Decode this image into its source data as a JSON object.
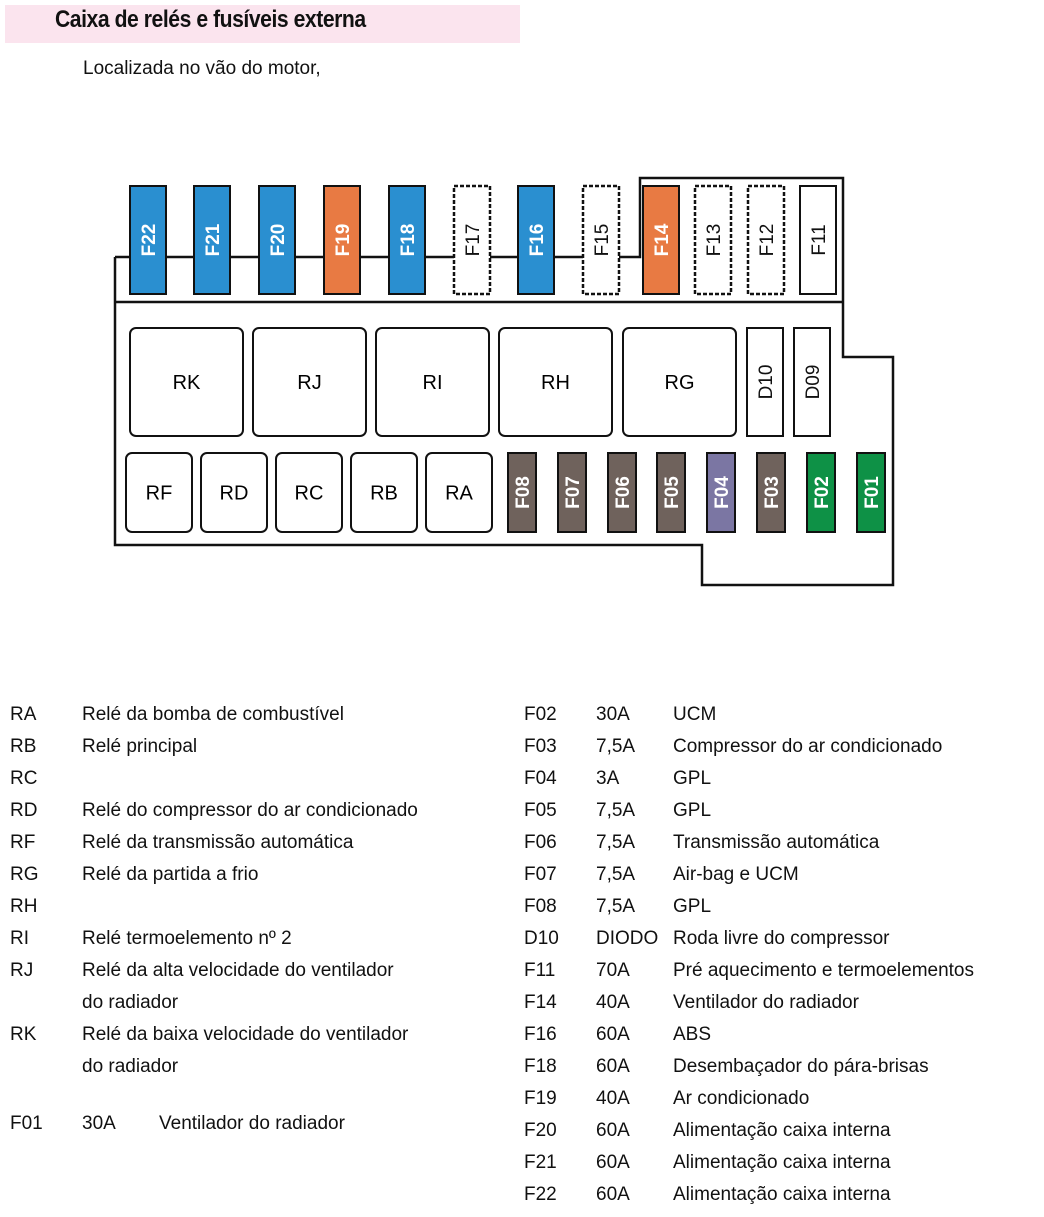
{
  "header": {
    "title": "Caixa de relés e fusíveis externa",
    "subtitle": "Localizada no vão do motor,"
  },
  "colors": {
    "blue": "#2a8fd0",
    "orange": "#e87a43",
    "brown": "#6f625c",
    "purple": "#7b76a3",
    "green": "#0e9146",
    "white": "#ffffff"
  },
  "diagram": {
    "top_fuses": [
      {
        "label": "F22",
        "color": "blue"
      },
      {
        "label": "F21",
        "color": "blue"
      },
      {
        "label": "F20",
        "color": "blue"
      },
      {
        "label": "F19",
        "color": "orange"
      },
      {
        "label": "F18",
        "color": "blue"
      },
      {
        "label": "F17",
        "color": "empty"
      },
      {
        "label": "F16",
        "color": "blue"
      },
      {
        "label": "F15",
        "color": "empty"
      },
      {
        "label": "F14",
        "color": "orange"
      },
      {
        "label": "F13",
        "color": "empty"
      },
      {
        "label": "F12",
        "color": "empty"
      },
      {
        "label": "F11",
        "color": "white"
      }
    ],
    "big_relays": [
      "RK",
      "RJ",
      "RI",
      "RH",
      "RG"
    ],
    "diodes": [
      "D10",
      "D09"
    ],
    "small_relays": [
      "RF",
      "RD",
      "RC",
      "RB",
      "RA"
    ],
    "bottom_fuses": [
      {
        "label": "F08",
        "color": "brown"
      },
      {
        "label": "F07",
        "color": "brown"
      },
      {
        "label": "F06",
        "color": "brown"
      },
      {
        "label": "F05",
        "color": "brown"
      },
      {
        "label": "F04",
        "color": "purple"
      },
      {
        "label": "F03",
        "color": "brown"
      },
      {
        "label": "F02",
        "color": "green"
      },
      {
        "label": "F01",
        "color": "green"
      }
    ]
  },
  "legend_left": [
    {
      "code": "RA",
      "desc": "Relé da bomba de combustível"
    },
    {
      "code": "RB",
      "desc": "Relé principal"
    },
    {
      "code": "RC",
      "desc": ""
    },
    {
      "code": "RD",
      "desc": "Relé do compressor do ar condicionado"
    },
    {
      "code": "RF",
      "desc": "Relé da transmissão automática"
    },
    {
      "code": "RG",
      "desc": "Relé da partida a frio"
    },
    {
      "code": "RH",
      "desc": ""
    },
    {
      "code": "RI",
      "desc": "Relé termoelemento nº 2"
    },
    {
      "code": "RJ",
      "desc": "Relé da alta velocidade do ventilador"
    },
    {
      "code": "",
      "desc": "do radiador"
    },
    {
      "code": "RK",
      "desc": "Relé da baixa velocidade do ventilador"
    },
    {
      "code": "",
      "desc": "do radiador"
    }
  ],
  "legend_left_fuse": {
    "code": "F01",
    "amp": "30A",
    "desc": "Ventilador do radiador"
  },
  "legend_right": [
    {
      "code": "F02",
      "amp": "30A",
      "desc": "UCM"
    },
    {
      "code": "F03",
      "amp": "7,5A",
      "desc": "Compressor do ar condicionado"
    },
    {
      "code": "F04",
      "amp": "3A",
      "desc": "GPL"
    },
    {
      "code": "F05",
      "amp": "7,5A",
      "desc": "GPL"
    },
    {
      "code": "F06",
      "amp": "7,5A",
      "desc": "Transmissão automática"
    },
    {
      "code": "F07",
      "amp": "7,5A",
      "desc": "Air-bag e UCM"
    },
    {
      "code": "F08",
      "amp": "7,5A",
      "desc": "GPL"
    },
    {
      "code": "D10",
      "amp": "DIODO",
      "desc": "Roda livre do compressor"
    },
    {
      "code": "F11",
      "amp": "70A",
      "desc": "Pré aquecimento e termoelementos"
    },
    {
      "code": "F14",
      "amp": "40A",
      "desc": "Ventilador do radiador"
    },
    {
      "code": "F16",
      "amp": "60A",
      "desc": "ABS"
    },
    {
      "code": "F18",
      "amp": "60A",
      "desc": "Desembaçador do pára-brisas"
    },
    {
      "code": "F19",
      "amp": "40A",
      "desc": "Ar condicionado"
    },
    {
      "code": "F20",
      "amp": "60A",
      "desc": "Alimentação caixa interna"
    },
    {
      "code": "F21",
      "amp": "60A",
      "desc": "Alimentação caixa interna"
    },
    {
      "code": "F22",
      "amp": "60A",
      "desc": "Alimentação caixa interna"
    }
  ]
}
